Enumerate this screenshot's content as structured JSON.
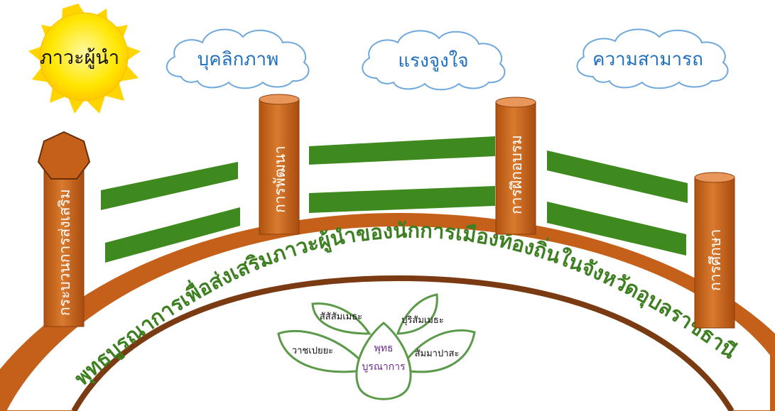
{
  "sun": {
    "label": "ภาวะผู้นำ"
  },
  "clouds": [
    {
      "label": "บุคลิกภาพ"
    },
    {
      "label": "แรงจูงใจ"
    },
    {
      "label": "ความสามารถ"
    }
  ],
  "pillars": [
    {
      "label": "กระบวนการส่งเสริม"
    },
    {
      "label": "การพัฒนา"
    },
    {
      "label": "การฝึกอบรม"
    },
    {
      "label": "การศึกษา"
    }
  ],
  "arch_title": "พุทธบูรณาการเพื่อส่งเสริมภาวะผู้นำของนักการเมืองท้องถิ่นในจังหวัดอุบลราชธานี",
  "lotus": {
    "center_top": "พุทธ",
    "center_bottom": "บูรณาการ",
    "petals": [
      "สัสัสัมเมธะ",
      "ปุริสัมเมธะ",
      "วาชเปยยะ",
      "สัมมาปาสะ"
    ]
  },
  "colors": {
    "sun": "#FFE600",
    "sun_rays": "#FFD400",
    "cloud_text": "#1F6FC0",
    "pillar": "#C5601A",
    "rail": "#3E8A1E",
    "arch_fill": "#C5601A",
    "arch_inner": "#7A3B12",
    "arch_text": "#3E7F22",
    "lotus_outline": "#5A9A48",
    "lotus_center_text": "#6A2C8A"
  }
}
